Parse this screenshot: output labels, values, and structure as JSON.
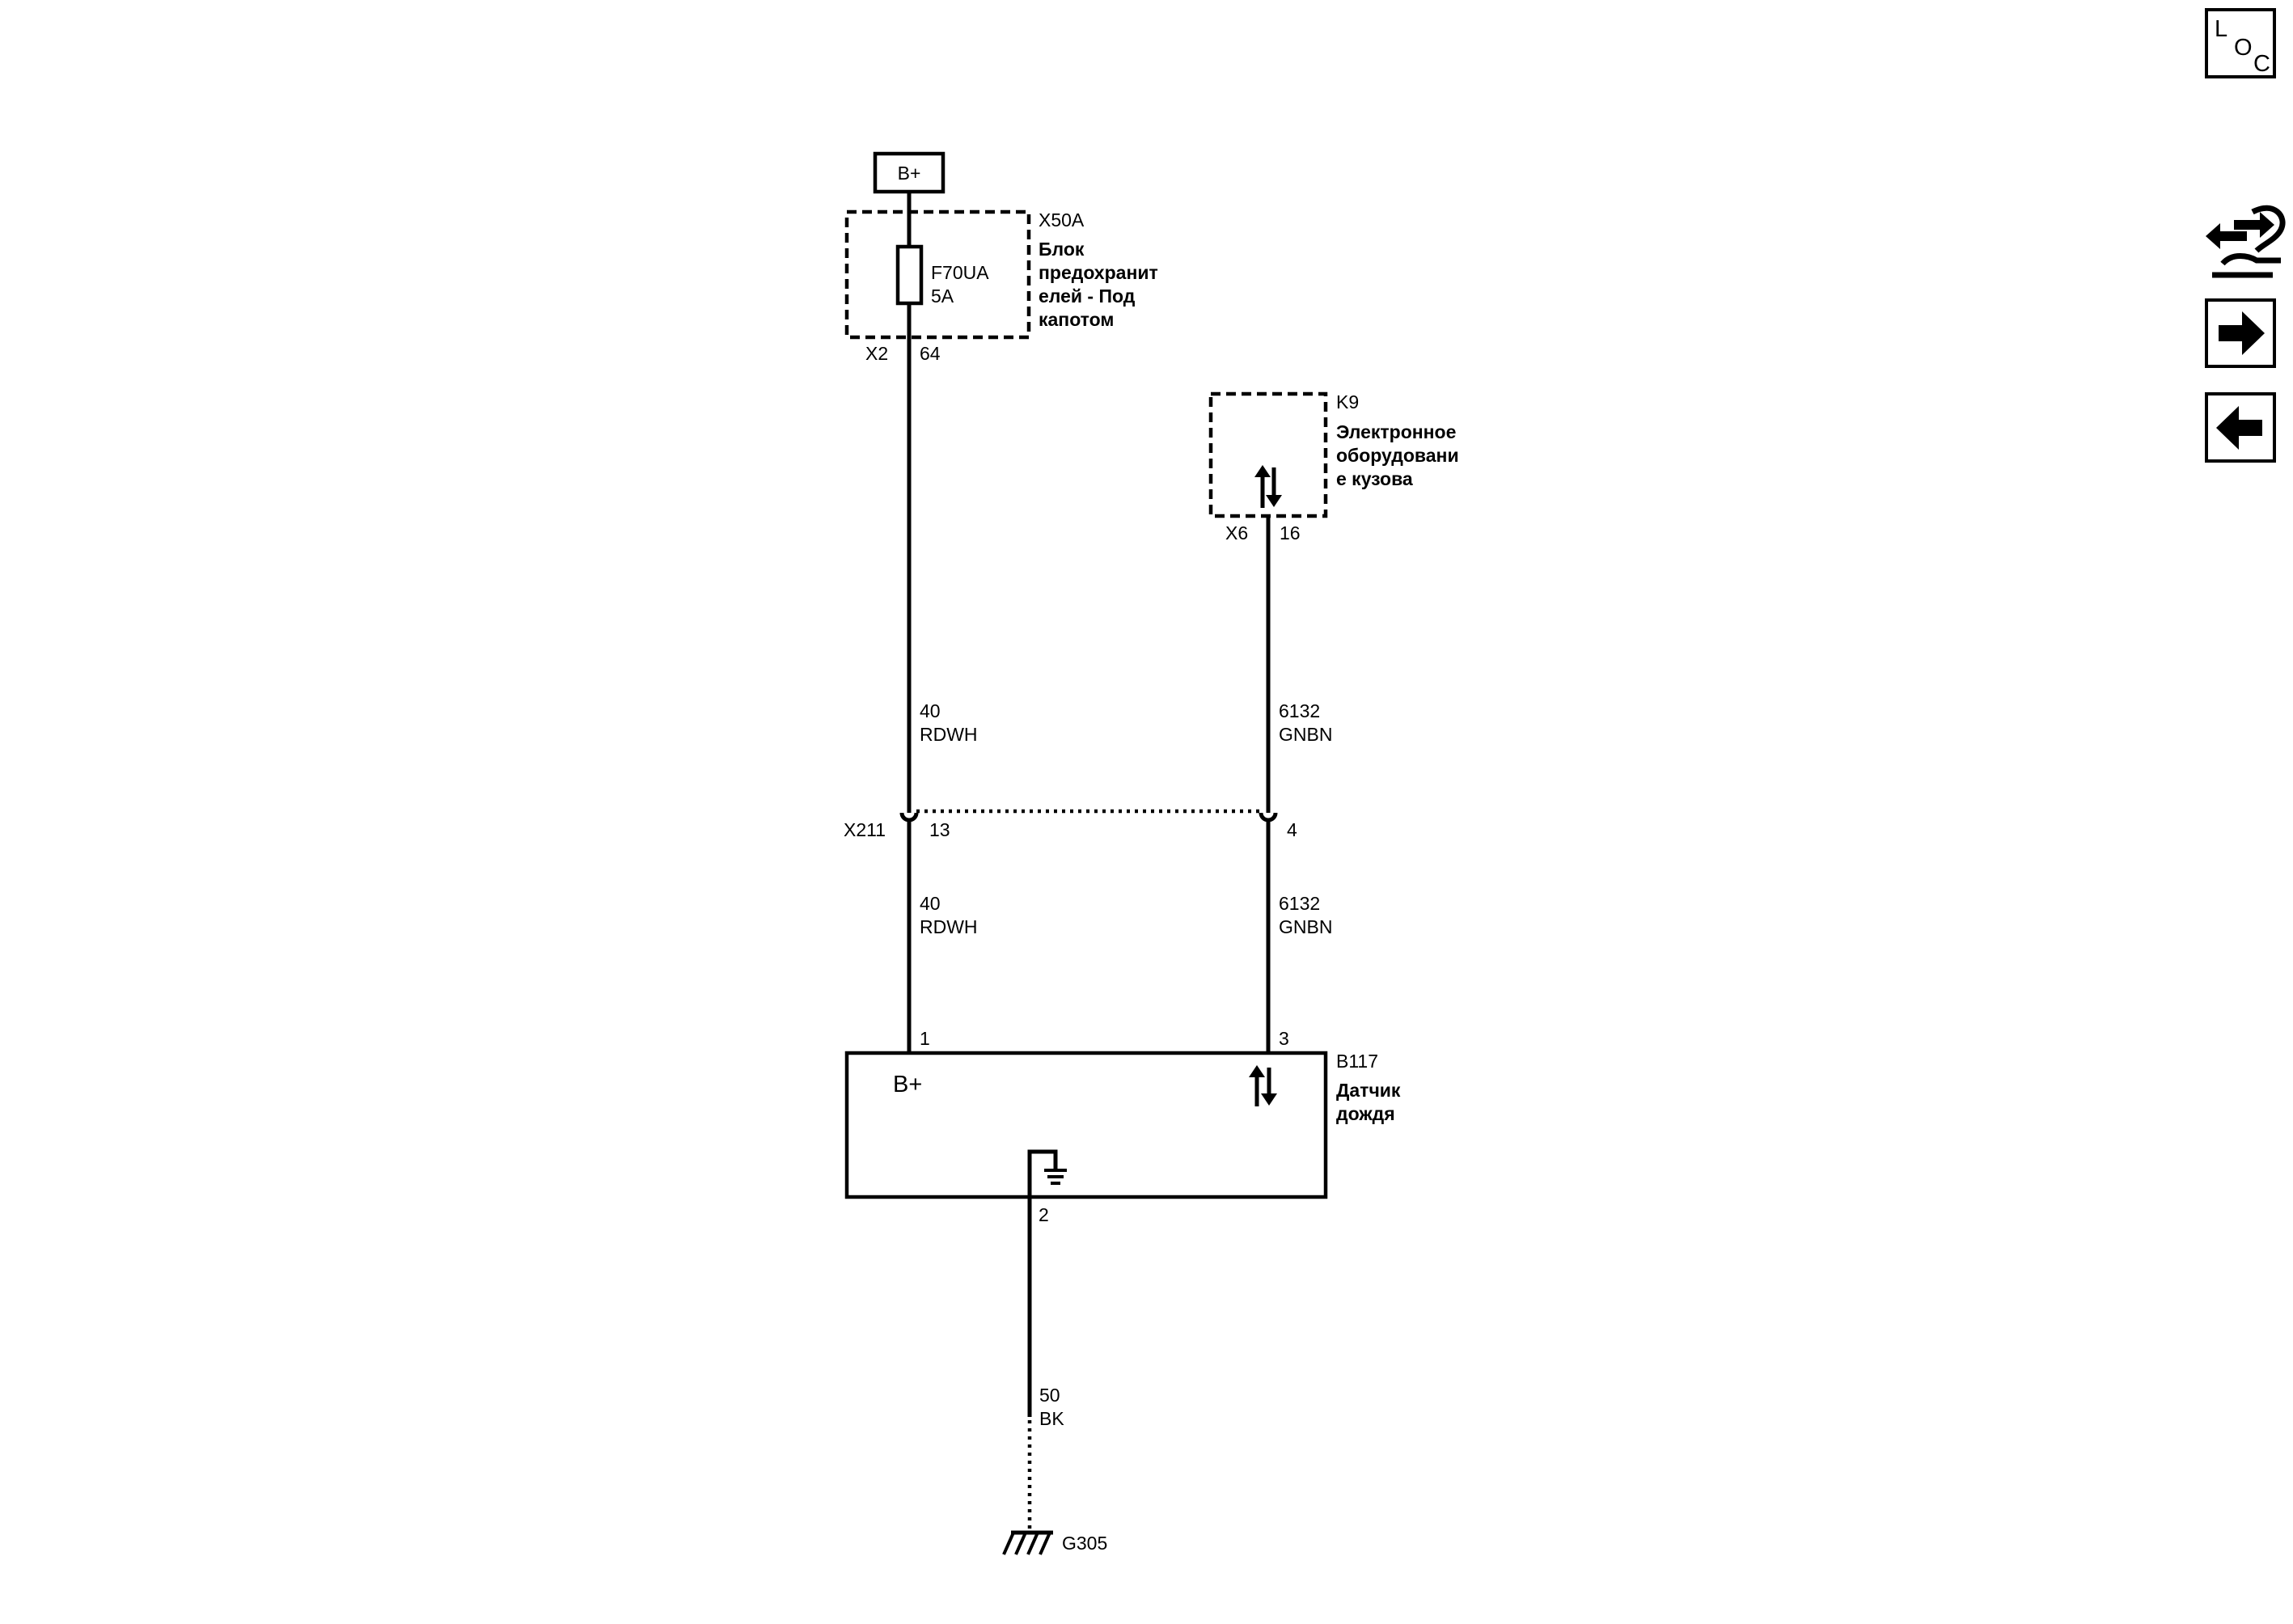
{
  "power": {
    "source_label": "B+"
  },
  "fuse_block": {
    "ref": "X50A",
    "name_lines": [
      "Блок",
      "предохранит",
      "елей - Под",
      "капотом"
    ],
    "fuse_id": "F70UA",
    "fuse_rating": "5A",
    "connector": "X2",
    "pin": "64"
  },
  "bcm": {
    "ref": "K9",
    "name_lines": [
      "Электронное",
      "оборудовани",
      "е кузова"
    ],
    "connector": "X6",
    "pin": "16"
  },
  "wires": {
    "power_upper": {
      "circuit": "40",
      "color": "RDWH"
    },
    "signal_upper": {
      "circuit": "6132",
      "color": "GNBN"
    },
    "power_lower": {
      "circuit": "40",
      "color": "RDWH"
    },
    "signal_lower": {
      "circuit": "6132",
      "color": "GNBN"
    },
    "ground": {
      "circuit": "50",
      "color": "BK"
    }
  },
  "inline_connector": {
    "ref": "X211",
    "pin_a": "13",
    "pin_b": "4"
  },
  "sensor": {
    "ref": "B117",
    "name_lines": [
      "Датчик",
      "дождя"
    ],
    "power_label": "B+",
    "pin_power": "1",
    "pin_signal": "3",
    "pin_ground": "2"
  },
  "ground_point": {
    "ref": "G305"
  },
  "nav": {
    "loc_letters": [
      "L",
      "O",
      "C"
    ],
    "icons": [
      "wiring-harness-icon",
      "arrow-right-icon",
      "arrow-left-icon"
    ]
  }
}
